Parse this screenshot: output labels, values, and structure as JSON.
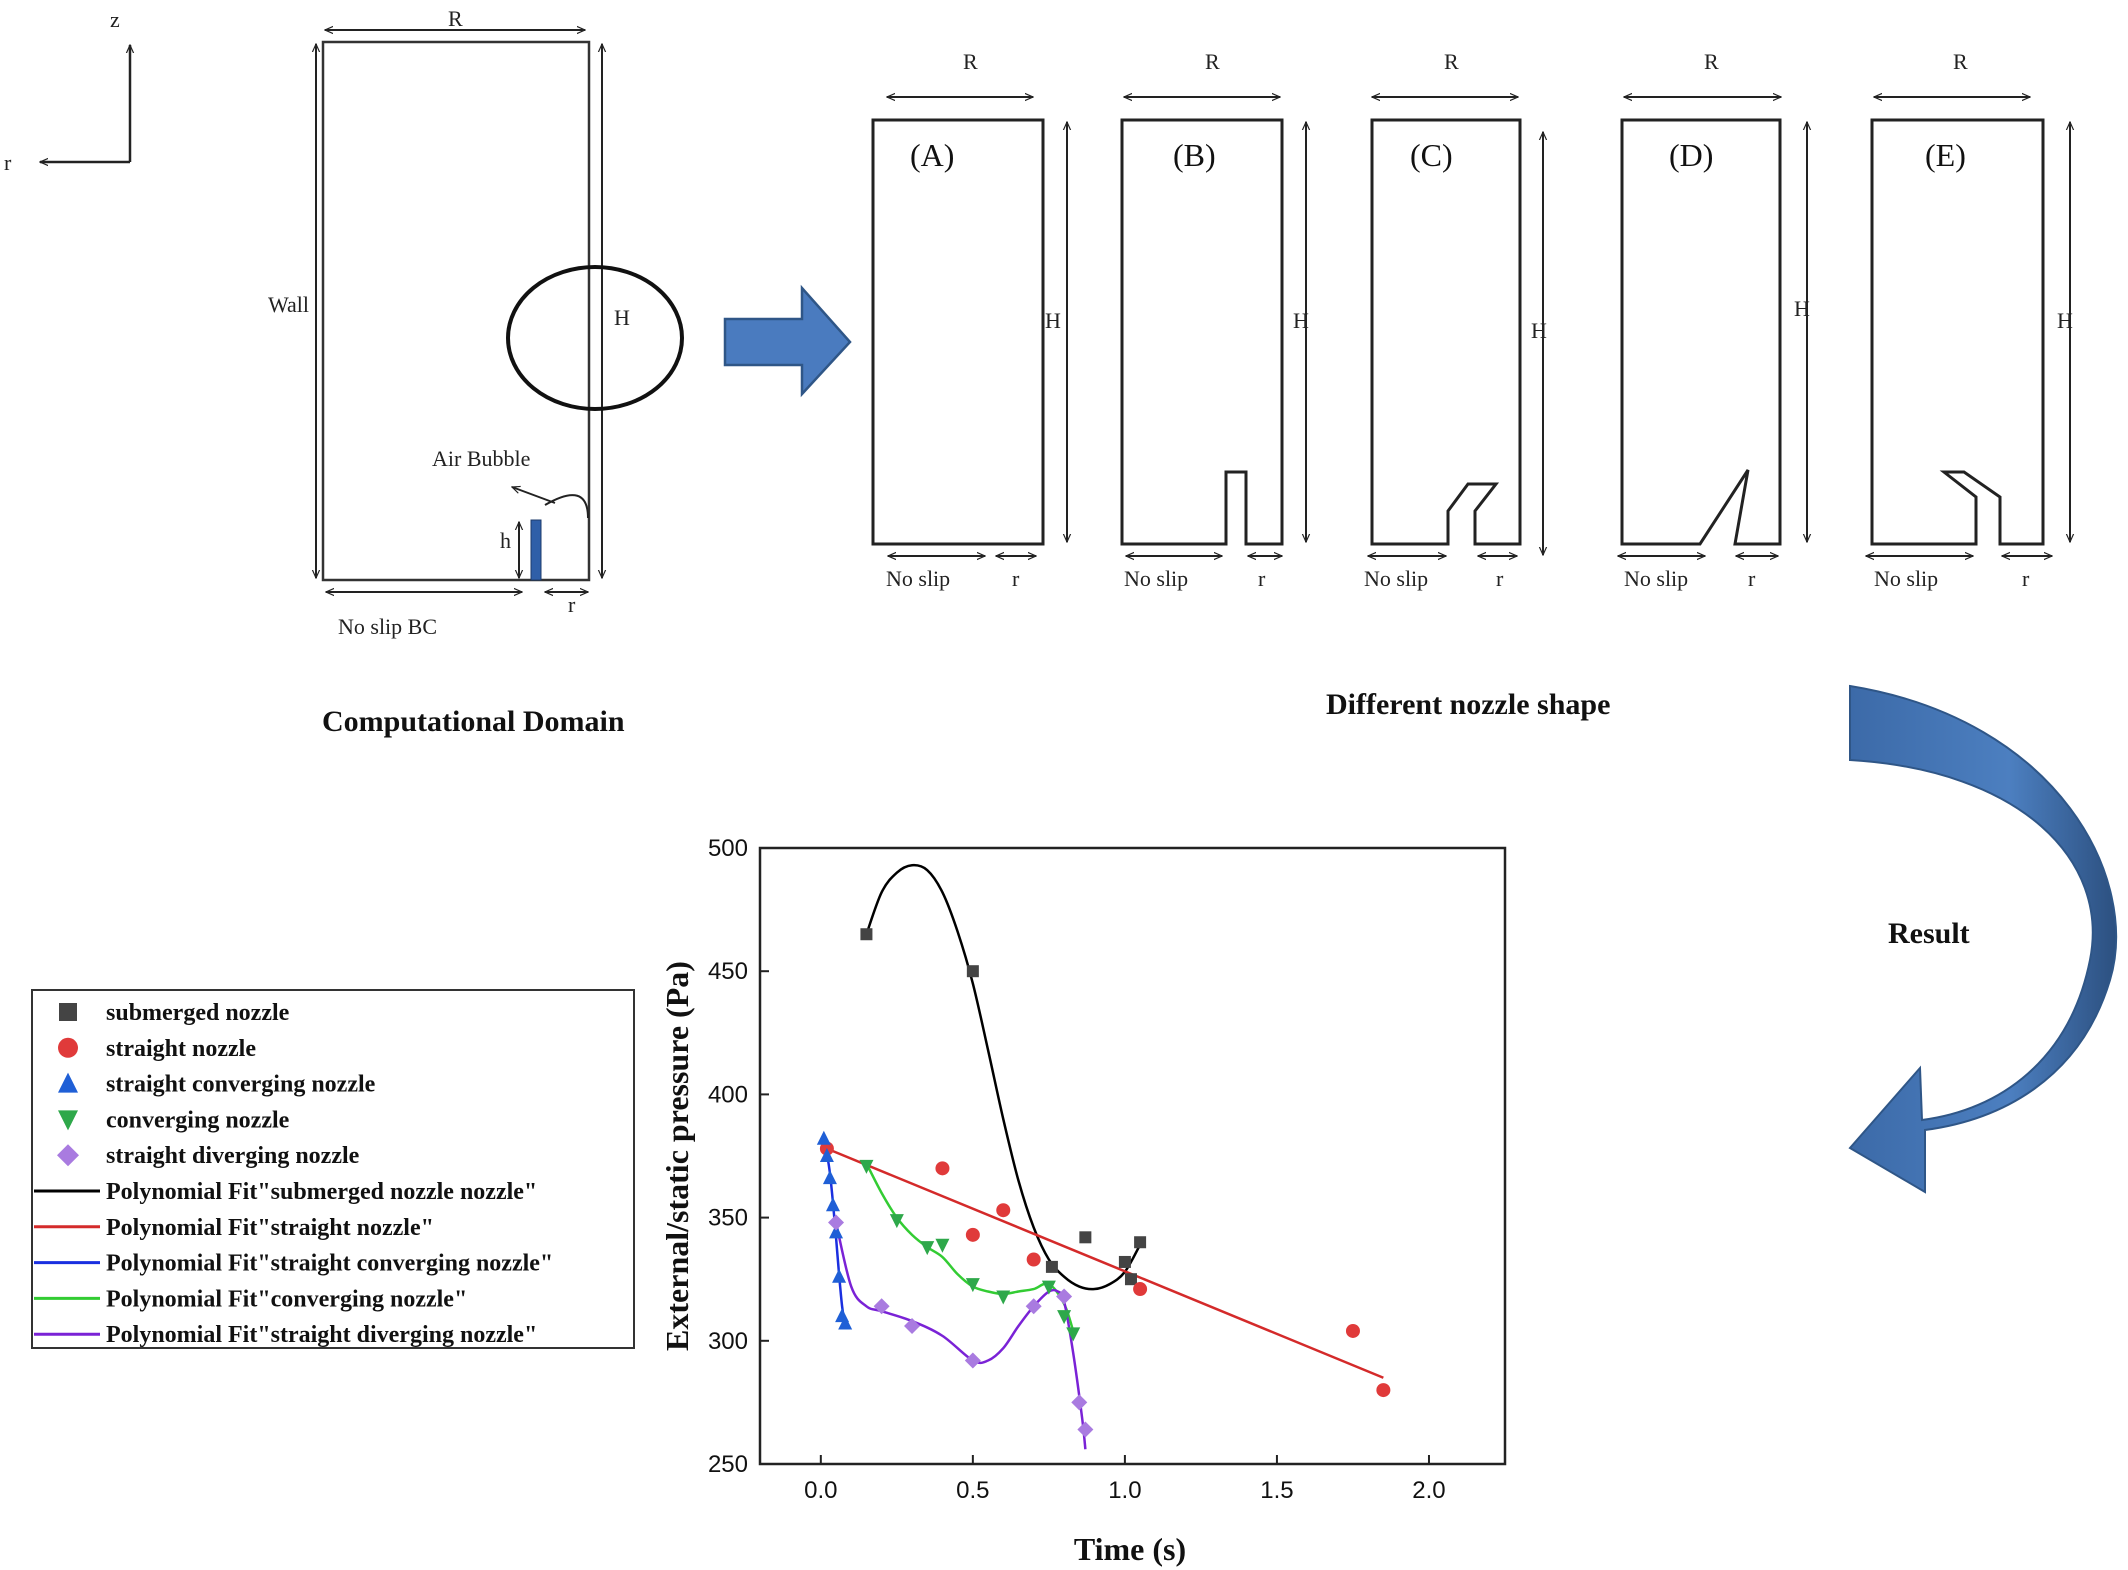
{
  "axes_icon": {
    "z": "z",
    "r": "r"
  },
  "domain": {
    "R": "R",
    "H": "H",
    "h": "h",
    "r": "r",
    "wall": "Wall",
    "air_bubble": "Air Bubble",
    "no_slip_bc": "No slip BC",
    "caption": "Computational Domain"
  },
  "panels": [
    {
      "id": "(A)",
      "R": "R",
      "H": "H",
      "no_slip": "No slip",
      "r": "r"
    },
    {
      "id": "(B)",
      "R": "R",
      "H": "H",
      "no_slip": "No slip",
      "r": "r"
    },
    {
      "id": "(C)",
      "R": "R",
      "H": "H",
      "no_slip": "No slip",
      "r": "r"
    },
    {
      "id": "(D)",
      "R": "R",
      "H": "H",
      "no_slip": "No slip",
      "r": "r"
    },
    {
      "id": "(E)",
      "R": "R",
      "H": "H",
      "no_slip": "No slip",
      "r": "r"
    }
  ],
  "nozzle_caption": "Different nozzle shape",
  "result_label": "Result",
  "colors": {
    "arrow_blue": "#4a7bbf",
    "arrow_dark": "#2f5687",
    "submerged": "#444444",
    "straight": "#e03a3a",
    "straight_converging": "#1f5fd6",
    "converging": "#2ea84a",
    "straight_diverging": "#a97be0",
    "fit_black": "#000000",
    "fit_red": "#d42a2a",
    "fit_blue": "#1a2fe0",
    "fit_green": "#33cc33",
    "fit_purple": "#7a22d6"
  },
  "legend": [
    {
      "label": "submerged nozzle",
      "kind": "square",
      "color": "#444444"
    },
    {
      "label": "straight nozzle",
      "kind": "circle",
      "color": "#e03a3a"
    },
    {
      "label": "straight converging nozzle",
      "kind": "triangle-up",
      "color": "#1f5fd6"
    },
    {
      "label": "converging nozzle",
      "kind": "triangle-down",
      "color": "#2ea84a"
    },
    {
      "label": "straight diverging nozzle",
      "kind": "diamond",
      "color": "#a97be0"
    },
    {
      "label": "Polynomial Fit\"submerged nozzle nozzle\"",
      "kind": "line",
      "color": "#000000"
    },
    {
      "label": "Polynomial Fit\"straight nozzle\"",
      "kind": "line",
      "color": "#d42a2a"
    },
    {
      "label": "Polynomial Fit\"straight converging nozzle\"",
      "kind": "line",
      "color": "#1a2fe0"
    },
    {
      "label": "Polynomial Fit\"converging nozzle\"",
      "kind": "line",
      "color": "#33cc33"
    },
    {
      "label": "Polynomial Fit\"straight diverging nozzle\"",
      "kind": "line",
      "color": "#7a22d6"
    }
  ],
  "chart_data": {
    "type": "scatter",
    "xlabel": "Time (s)",
    "ylabel": "External/static pressure (Pa)",
    "xlim": [
      -0.2,
      2.25
    ],
    "ylim": [
      250,
      500
    ],
    "xticks": [
      "0.0",
      "0.5",
      "1.0",
      "1.5",
      "2.0"
    ],
    "xtick_values": [
      0,
      0.5,
      1,
      1.5,
      2
    ],
    "yticks": [
      "250",
      "300",
      "350",
      "400",
      "450",
      "500"
    ],
    "ytick_values": [
      250,
      300,
      350,
      400,
      450,
      500
    ],
    "series": [
      {
        "name": "submerged nozzle",
        "marker": "square",
        "color": "#444444",
        "points": [
          [
            0.15,
            465
          ],
          [
            0.5,
            450
          ],
          [
            0.76,
            330
          ],
          [
            0.87,
            342
          ],
          [
            1.0,
            332
          ],
          [
            1.02,
            325
          ],
          [
            1.05,
            340
          ]
        ]
      },
      {
        "name": "straight nozzle",
        "marker": "circle",
        "color": "#e03a3a",
        "points": [
          [
            0.02,
            378
          ],
          [
            0.4,
            370
          ],
          [
            0.5,
            343
          ],
          [
            0.6,
            353
          ],
          [
            0.7,
            333
          ],
          [
            1.05,
            321
          ],
          [
            1.75,
            304
          ],
          [
            1.85,
            280
          ]
        ]
      },
      {
        "name": "straight converging nozzle",
        "marker": "triangle-up",
        "color": "#1f5fd6",
        "points": [
          [
            0.01,
            382
          ],
          [
            0.02,
            375
          ],
          [
            0.03,
            366
          ],
          [
            0.04,
            355
          ],
          [
            0.05,
            344
          ],
          [
            0.06,
            326
          ],
          [
            0.07,
            310
          ],
          [
            0.08,
            307
          ]
        ]
      },
      {
        "name": "converging nozzle",
        "marker": "triangle-down",
        "color": "#2ea84a",
        "points": [
          [
            0.15,
            371
          ],
          [
            0.25,
            349
          ],
          [
            0.35,
            338
          ],
          [
            0.4,
            339
          ],
          [
            0.5,
            323
          ],
          [
            0.6,
            318
          ],
          [
            0.75,
            322
          ],
          [
            0.8,
            310
          ],
          [
            0.83,
            303
          ]
        ]
      },
      {
        "name": "straight diverging nozzle",
        "marker": "diamond",
        "color": "#a97be0",
        "points": [
          [
            0.05,
            348
          ],
          [
            0.2,
            314
          ],
          [
            0.3,
            306
          ],
          [
            0.5,
            292
          ],
          [
            0.7,
            314
          ],
          [
            0.8,
            318
          ],
          [
            0.85,
            275
          ],
          [
            0.87,
            264
          ]
        ]
      }
    ],
    "fits": [
      {
        "name": "Polynomial Fit\"submerged nozzle nozzle\"",
        "color": "#000000",
        "points": [
          [
            0.15,
            465
          ],
          [
            0.2,
            482
          ],
          [
            0.25,
            490
          ],
          [
            0.3,
            493
          ],
          [
            0.35,
            491
          ],
          [
            0.4,
            482
          ],
          [
            0.45,
            466
          ],
          [
            0.5,
            445
          ],
          [
            0.55,
            418
          ],
          [
            0.6,
            390
          ],
          [
            0.65,
            365
          ],
          [
            0.7,
            346
          ],
          [
            0.75,
            333
          ],
          [
            0.8,
            326
          ],
          [
            0.85,
            322
          ],
          [
            0.9,
            321
          ],
          [
            0.95,
            323
          ],
          [
            1.0,
            328
          ],
          [
            1.05,
            339
          ]
        ]
      },
      {
        "name": "Polynomial Fit\"straight nozzle\"",
        "color": "#d42a2a",
        "points": [
          [
            0.02,
            378
          ],
          [
            1.85,
            285
          ]
        ]
      },
      {
        "name": "Polynomial Fit\"straight converging nozzle\"",
        "color": "#1a2fe0",
        "points": [
          [
            0.01,
            382
          ],
          [
            0.02,
            376
          ],
          [
            0.03,
            368
          ],
          [
            0.04,
            356
          ],
          [
            0.05,
            342
          ],
          [
            0.06,
            327
          ],
          [
            0.07,
            314
          ],
          [
            0.08,
            306
          ]
        ]
      },
      {
        "name": "Polynomial Fit\"converging nozzle\"",
        "color": "#33cc33",
        "points": [
          [
            0.15,
            372
          ],
          [
            0.2,
            360
          ],
          [
            0.25,
            350
          ],
          [
            0.3,
            343
          ],
          [
            0.35,
            338
          ],
          [
            0.4,
            334
          ],
          [
            0.45,
            327
          ],
          [
            0.5,
            322
          ],
          [
            0.55,
            320
          ],
          [
            0.6,
            319
          ],
          [
            0.65,
            320
          ],
          [
            0.7,
            321
          ],
          [
            0.75,
            323
          ],
          [
            0.8,
            315
          ],
          [
            0.83,
            304
          ]
        ]
      },
      {
        "name": "Polynomial Fit\"straight diverging nozzle\"",
        "color": "#7a22d6",
        "points": [
          [
            0.05,
            348
          ],
          [
            0.1,
            322
          ],
          [
            0.15,
            314
          ],
          [
            0.2,
            312
          ],
          [
            0.3,
            308
          ],
          [
            0.4,
            302
          ],
          [
            0.5,
            292
          ],
          [
            0.55,
            292
          ],
          [
            0.6,
            297
          ],
          [
            0.65,
            306
          ],
          [
            0.7,
            314
          ],
          [
            0.75,
            320
          ],
          [
            0.78,
            320
          ],
          [
            0.8,
            316
          ],
          [
            0.83,
            295
          ],
          [
            0.86,
            268
          ],
          [
            0.87,
            256
          ]
        ]
      }
    ]
  }
}
